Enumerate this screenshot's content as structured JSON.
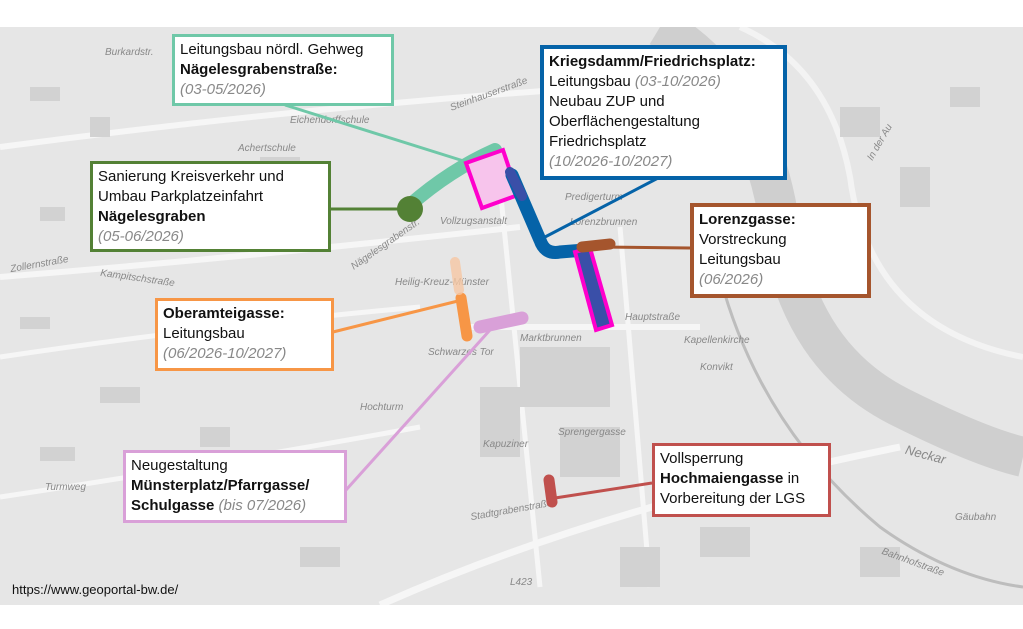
{
  "colors": {
    "teal": "#6fc8a8",
    "green": "#538135",
    "orange": "#f79646",
    "lilac": "#d9a0d8",
    "blue": "#0563a8",
    "brown": "#a5552d",
    "red": "#c0504d",
    "magenta": "#ff00cc",
    "darkblue": "#3a4fa8"
  },
  "boxes": {
    "naegelesgrabenstrasse": {
      "line1": "Leitungsbau nördl. Gehweg",
      "title": "Nägelesgrabenstraße:",
      "date": "(03-05/2026)"
    },
    "kreisverkehr": {
      "line1": "Sanierung Kreisverkehr und",
      "line2": "Umbau Parkplatzeinfahrt",
      "title": "Nägelesgraben",
      "date": "(05-06/2026)"
    },
    "oberamteigasse": {
      "title": "Oberamteigasse:",
      "line1": "Leitungsbau",
      "date": "(06/2026-10/2027)"
    },
    "muensterplatz": {
      "line1": "Neugestaltung",
      "title1": "Münsterplatz/Pfarrgasse/",
      "title2": "Schulgasse",
      "date": "(bis 07/2026)"
    },
    "kriegsdamm": {
      "title": "Kriegsdamm/Friedrichsplatz:",
      "line1": "Leitungsbau",
      "date1": "(03-10/2026)",
      "line2": "Neubau ZUP und",
      "line3": "Oberflächengestaltung",
      "line4": "Friedrichsplatz",
      "date2": "(10/2026-10/2027)"
    },
    "lorenzgasse": {
      "title": "Lorenzgasse:",
      "line1": "Vorstreckung",
      "line2": "Leitungsbau",
      "date": "(06/2026)"
    },
    "hochmaiengasse": {
      "line1": "Vollsperrung",
      "title": "Hochmaiengasse",
      "line1b": "in",
      "line2": "Vorbereitung der LGS"
    }
  },
  "map_labels": [
    "Burkardstr.",
    "Eichendorffschule",
    "Achertschule",
    "Steinhauserstraße",
    "Vollzugsanstalt",
    "Nägelesgrabenstr.",
    "Heilig-Kreuz-Münster",
    "Zollernstraße",
    "Kampitschstraße",
    "Lorenzbrunnen",
    "Predigerturm",
    "Marktbrunnen",
    "Hauptstraße",
    "Schwarzes Tor",
    "Hochturm",
    "Kapuziner",
    "Sprengergasse",
    "Stadtgrabenstraße",
    "Turmweg",
    "Kapellenkirche",
    "Neckar",
    "Gäubahn",
    "Bahnhofstraße",
    "Konvikt",
    "In der Au",
    "L423"
  ],
  "credit": "https://www.geoportal-bw.de/"
}
